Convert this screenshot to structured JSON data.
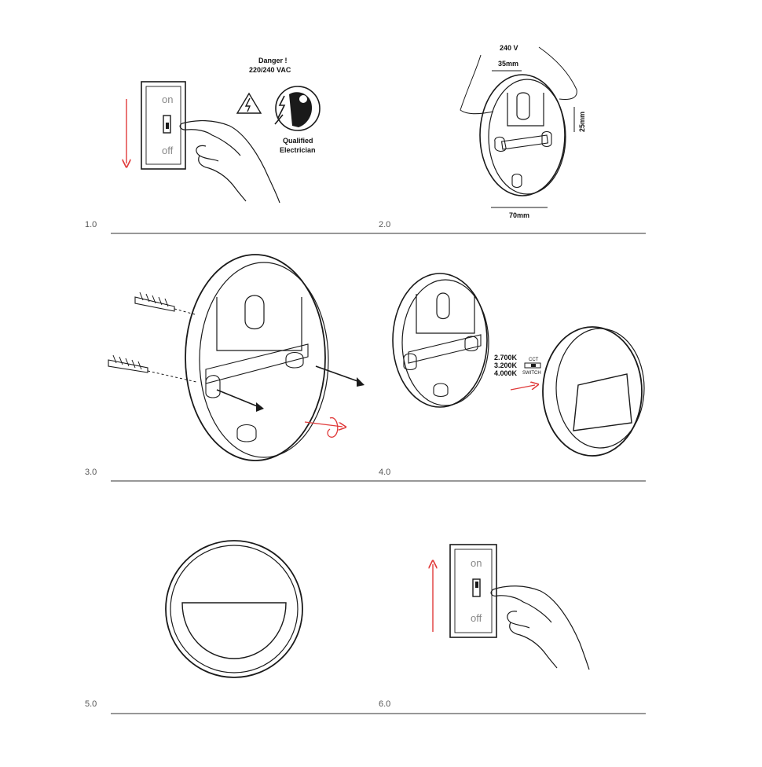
{
  "steps": [
    {
      "number": "1.0"
    },
    {
      "number": "2.0"
    },
    {
      "number": "3.0"
    },
    {
      "number": "4.0"
    },
    {
      "number": "5.0"
    },
    {
      "number": "6.0"
    }
  ],
  "step1": {
    "switch_on": "on",
    "switch_off": "off",
    "danger_line1": "Danger !",
    "danger_line2": "220/240 VAC",
    "qualified_line1": "Qualified",
    "qualified_line2": "Electrician"
  },
  "step2": {
    "voltage": "240 V",
    "dim_top": "35mm",
    "dim_side": "25mm",
    "dim_bottom": "70mm"
  },
  "step4": {
    "cct_values": [
      "2.700K",
      "3.200K",
      "4.000K"
    ],
    "cct_label": "CCT",
    "switch_label": "SWITCH"
  },
  "step6": {
    "switch_on": "on",
    "switch_off": "off"
  },
  "colors": {
    "accent": "#e03a3a",
    "line": "#1a1a1a",
    "rule": "#777777"
  }
}
